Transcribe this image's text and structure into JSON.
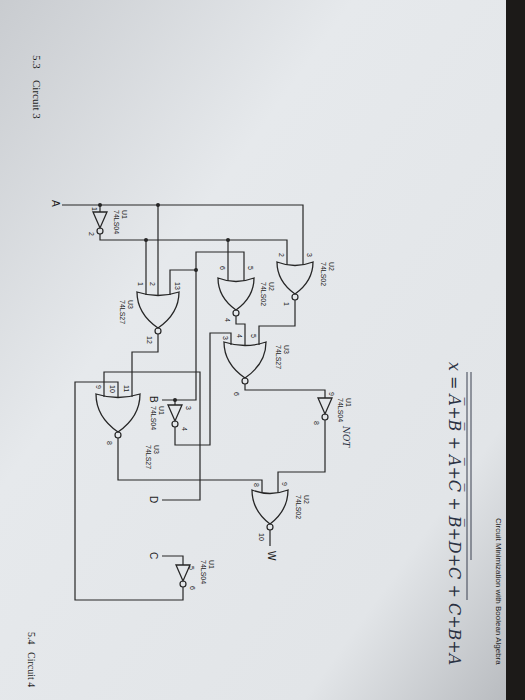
{
  "diagram": {
    "title": "Circuit Minimization with Boolean Algebra",
    "labels": [
      "5.3",
      "Circuit 3",
      "A",
      "U1 74LS04",
      "1",
      "2",
      "U2 74LS02",
      "2",
      "3",
      "1",
      "U2 74LS02",
      "6",
      "5",
      "4",
      "U3 74LS27",
      "1",
      "2",
      "13",
      "12",
      "U3 74LS27",
      "3",
      "4",
      "5",
      "6",
      "U1 74LS04",
      "9",
      "8",
      "NOT",
      "B",
      "U1 74LS04",
      "3",
      "4",
      "U3 74LS27",
      "9",
      "10",
      "11",
      "8",
      "D",
      "C",
      "U1 74LS04",
      "5",
      "6",
      "U2 74LS02",
      "8",
      "9",
      "10",
      "W",
      "x = A̅+B̅ + A̅+C̅ + B̅+D+C + C+B+A",
      "5.4",
      "Circuit 4"
    ]
  }
}
